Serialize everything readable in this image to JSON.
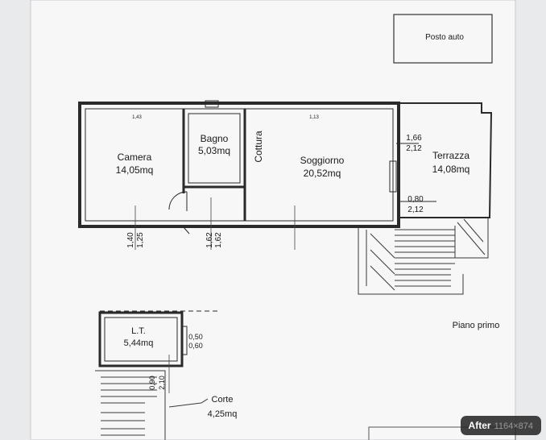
{
  "plan": {
    "parking_label": "Posto auto",
    "floor_label": "Piano primo",
    "rooms": [
      {
        "id": "camera",
        "name": "Camera",
        "area": "14,05mq"
      },
      {
        "id": "bagno",
        "name": "Bagno",
        "area": "5,03mq"
      },
      {
        "id": "soggiorno",
        "name": "Soggiorno",
        "area": "20,52mq"
      },
      {
        "id": "terrazza",
        "name": "Terrazza",
        "area": "14,08mq"
      },
      {
        "id": "lt",
        "name": "L.T.",
        "area": "5,44mq"
      },
      {
        "id": "corte",
        "name": "Corte",
        "area": "4,25mq"
      }
    ],
    "cottura_label": "Cottura",
    "dimensions": {
      "terrazza_upper": [
        "1,66",
        "2,12"
      ],
      "terrazza_lower": [
        "0,80",
        "2,12"
      ],
      "camera_window": [
        "1,40",
        "1,25"
      ],
      "lt_window": [
        "0,50",
        "0,60"
      ],
      "lt_door": [
        "0,90",
        "2,10"
      ],
      "small_marks": [
        "1,43",
        "1,13",
        "1,62",
        "1,62"
      ]
    }
  },
  "badge": {
    "label": "After",
    "size": "1164×874"
  }
}
